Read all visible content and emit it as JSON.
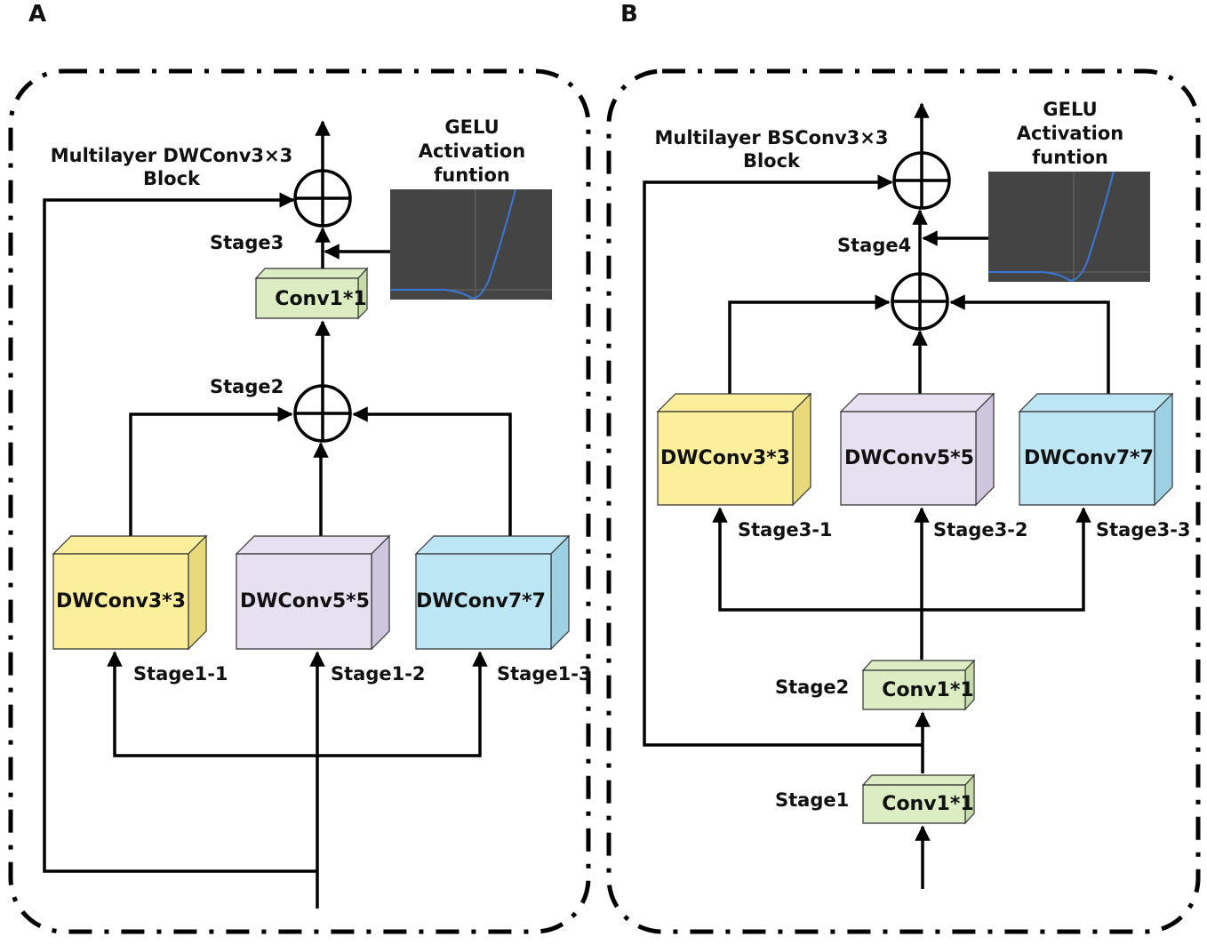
{
  "panels": [
    {
      "letter": "A",
      "block_title_line1": "Multilayer DWConv3×3",
      "block_title_line2": "Block",
      "gelu_line1": "GELU",
      "gelu_line2": "Activation",
      "gelu_line3": "funtion",
      "stage_top": "Stage3",
      "stage_mid": "Stage2",
      "conv": "Conv1*1",
      "branches": [
        {
          "label": "DWConv3*3",
          "stage": "Stage1-1",
          "color": "#fbef9c"
        },
        {
          "label": "DWConv5*5",
          "stage": "Stage1-2",
          "color": "#e6e0f0"
        },
        {
          "label": "DWConv7*7",
          "stage": "Stage1-3",
          "color": "#bde6f4"
        }
      ]
    },
    {
      "letter": "B",
      "block_title_line1": "Multilayer BSConv3×3",
      "block_title_line2": "Block",
      "gelu_line1": "GELU",
      "gelu_line2": "Activation",
      "gelu_line3": "funtion",
      "stage_top": "Stage4",
      "stage2": "Stage2",
      "stage1": "Stage1",
      "conv_upper": "Conv1*1",
      "conv_lower": "Conv1*1",
      "branches": [
        {
          "label": "DWConv3*3",
          "stage": "Stage3-1",
          "color": "#fbef9c"
        },
        {
          "label": "DWConv5*5",
          "stage": "Stage3-2",
          "color": "#e6e0f0"
        },
        {
          "label": "DWConv7*7",
          "stage": "Stage3-3",
          "color": "#bde6f4"
        }
      ]
    }
  ],
  "colors": {
    "conv_box": "#dcedc4",
    "gelu_bg": "#444444",
    "gelu_curve": "#3a78d8"
  }
}
